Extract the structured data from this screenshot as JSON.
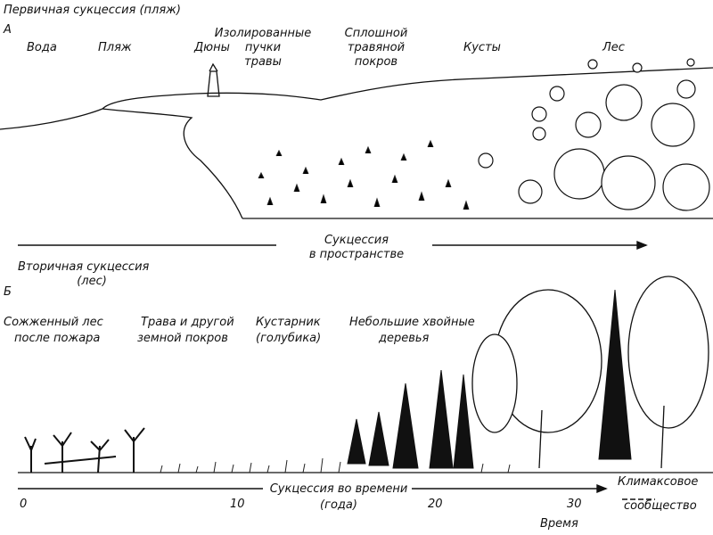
{
  "panel_a": {
    "title": "Первичная сукцессия (пляж)",
    "letter": "А",
    "zones": {
      "water": "Вода",
      "beach": "Пляж",
      "dunes": "Дюны",
      "isolated_grass_1": "Изолированные",
      "isolated_grass_2": "пучки",
      "isolated_grass_3": "травы",
      "grass_cover_1": "Сплошной",
      "grass_cover_2": "травяной",
      "grass_cover_3": "покров",
      "shrubs": "Кусты",
      "forest": "Лес"
    },
    "axis_1": "Сукцессия",
    "axis_2": "в пространстве"
  },
  "panel_b": {
    "title_1": "Вторичная сукцессия",
    "title_2": "(лес)",
    "letter": "Б",
    "stages": {
      "burned_1": "Сожженный лес",
      "burned_2": "после пожара",
      "grass_1": "Трава и другой",
      "grass_2": "земной покров",
      "shrub_1": "Кустарник",
      "shrub_2": "(голубика)",
      "conifer_1": "Небольшие хвойные",
      "conifer_2": "деревья"
    },
    "axis_1": "Сукцессия во времени",
    "axis_2": "(года)",
    "ticks": [
      "0",
      "10",
      "20",
      "30"
    ],
    "time_label": "Время",
    "climax_1": "Климаксовое",
    "climax_2": "сообщество"
  }
}
